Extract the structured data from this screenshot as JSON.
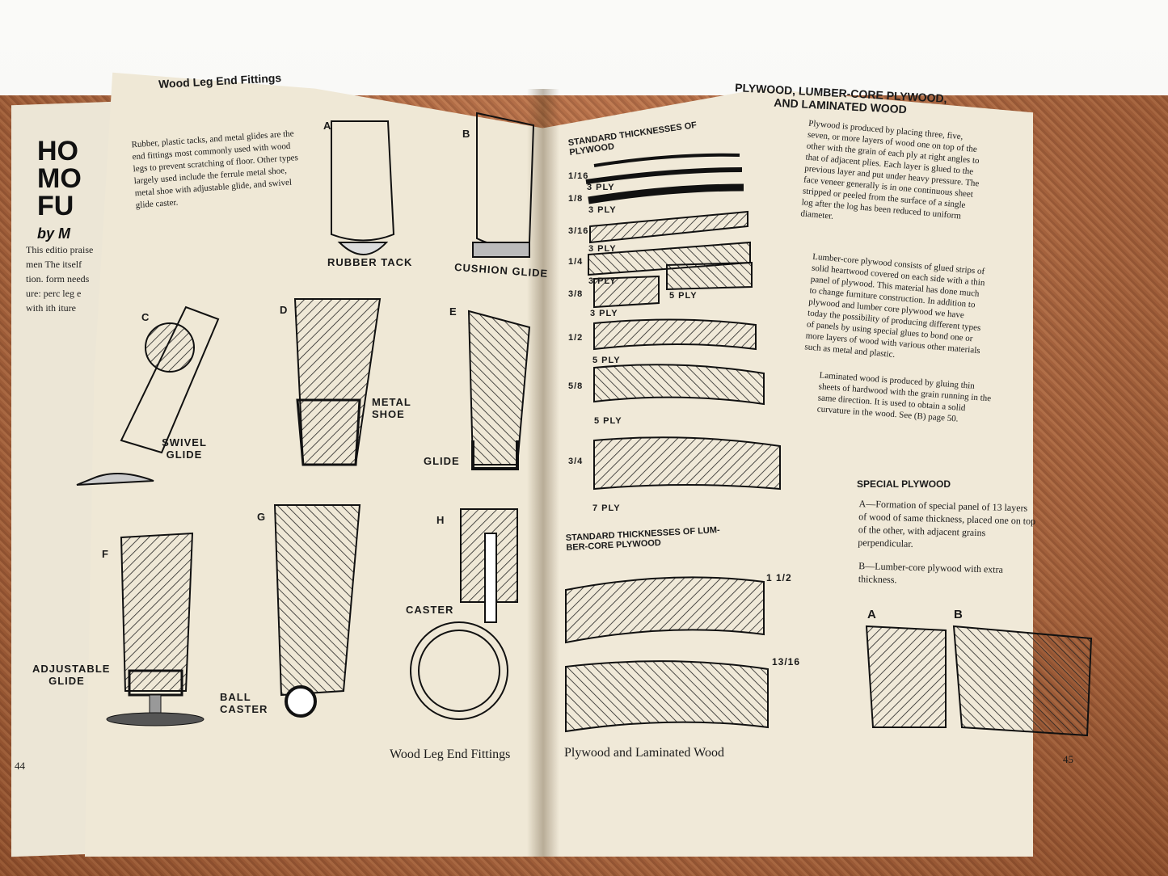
{
  "left_page": {
    "title": "Wood Leg End Fittings",
    "body": "Rubber, plastic tacks, and metal glides are the end fittings most commonly used with wood legs to prevent scratching of floor. Other types largely used include the ferrule metal shoe, metal shoe with adjustable glide, and swivel glide caster.",
    "letters": [
      "A",
      "B",
      "C",
      "D",
      "E",
      "F",
      "G",
      "H"
    ],
    "labels": {
      "rubber_tack": "RUBBER TACK",
      "cushion_glide": "CUSHION GLIDE",
      "swivel_glide": "SWIVEL GLIDE",
      "metal_shoe": "METAL SHOE",
      "glide": "GLIDE",
      "adjustable_glide": "ADJUSTABLE GLIDE",
      "ball_caster": "BALL CASTER",
      "caster": "CASTER"
    },
    "footer": "Wood Leg End Fittings",
    "page_number": "44"
  },
  "right_page": {
    "title_line1": "PLYWOOD, LUMBER-CORE PLYWOOD,",
    "title_line2": "AND LAMINATED WOOD",
    "std_heading_1": "STANDARD THICKNESSES OF",
    "std_heading_2": "PLYWOOD",
    "thicknesses": [
      {
        "size": "1/16",
        "ply": "3 PLY"
      },
      {
        "size": "1/8",
        "ply": "3 PLY"
      },
      {
        "size": "3/16",
        "ply": "3 PLY"
      },
      {
        "size": "1/4",
        "ply": "3 PLY"
      },
      {
        "size": "3/8",
        "ply": "3 PLY"
      },
      {
        "size": "1/2",
        "ply": "5 PLY"
      },
      {
        "size": "5/8",
        "ply": "5 PLY"
      },
      {
        "size": "3/4",
        "ply": "7 PLY"
      }
    ],
    "extra_ply": "5 PLY",
    "para1": "Plywood is produced by placing three, five, seven, or more layers of wood one on top of the other with the grain of each ply at right angles to that of adjacent plies. Each layer is glued to the previous layer and put under heavy pressure. The face veneer generally is in one continuous sheet stripped or peeled from the surface of a single log after the log has been reduced to uniform diameter.",
    "para2": "Lumber-core plywood consists of glued strips of solid heartwood covered on each side with a thin panel of plywood. This material has done much to change furniture construction. In addition to plywood and lumber core plywood we have today the possibility of producing different types of panels by using special glues to bond one or more layers of wood with various other materials such as metal and plastic.",
    "para3": "Laminated wood is produced by gluing thin sheets of hardwood with the grain running in the same direction. It is used to obtain a solid curvature in the wood. See (B) page 50.",
    "special_heading": "SPECIAL PLYWOOD",
    "special_a": "A—Formation of special panel of 13 layers of wood of same thickness, placed one on top of the other, with adjacent grains perpendicular.",
    "special_b": "B—Lumber-core plywood with extra thickness.",
    "lc_heading_1": "STANDARD THICKNESSES OF LUM-",
    "lc_heading_2": "BER-CORE PLYWOOD",
    "lc_sizes": [
      "1 1/2",
      "13/16"
    ],
    "ab_letters": [
      "A",
      "B"
    ],
    "footer": "Plywood and Laminated Wood",
    "page_number": "45"
  },
  "back_cover": {
    "letters": [
      "HO",
      "MO",
      "FU",
      "by M"
    ],
    "snippet": "This editio praise men The itself tion. form needs ure: perc leg e with ith iture"
  },
  "colors": {
    "cover": "#b9693f",
    "paper": "#efe8d6",
    "ink": "#1a1a1a"
  }
}
